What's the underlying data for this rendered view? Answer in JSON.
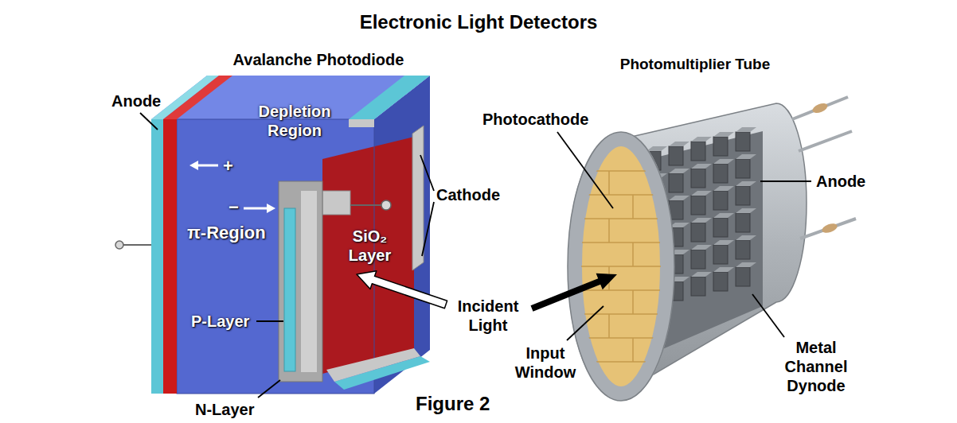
{
  "diagram": {
    "title": "Electronic Light Detectors",
    "caption": "Figure 2",
    "labels": [
      "Avalanche Photodiode",
      "Photomultiplier Tube",
      "Anode",
      "Depletion Region",
      "+",
      "−",
      "π-Region",
      "SiO₂ Layer",
      "Cathode",
      "P-Layer",
      "N-Layer",
      "Incident Light",
      "Photocathode",
      "Anode",
      "Input Window",
      "Metal Channel Dynode"
    ]
  }
}
